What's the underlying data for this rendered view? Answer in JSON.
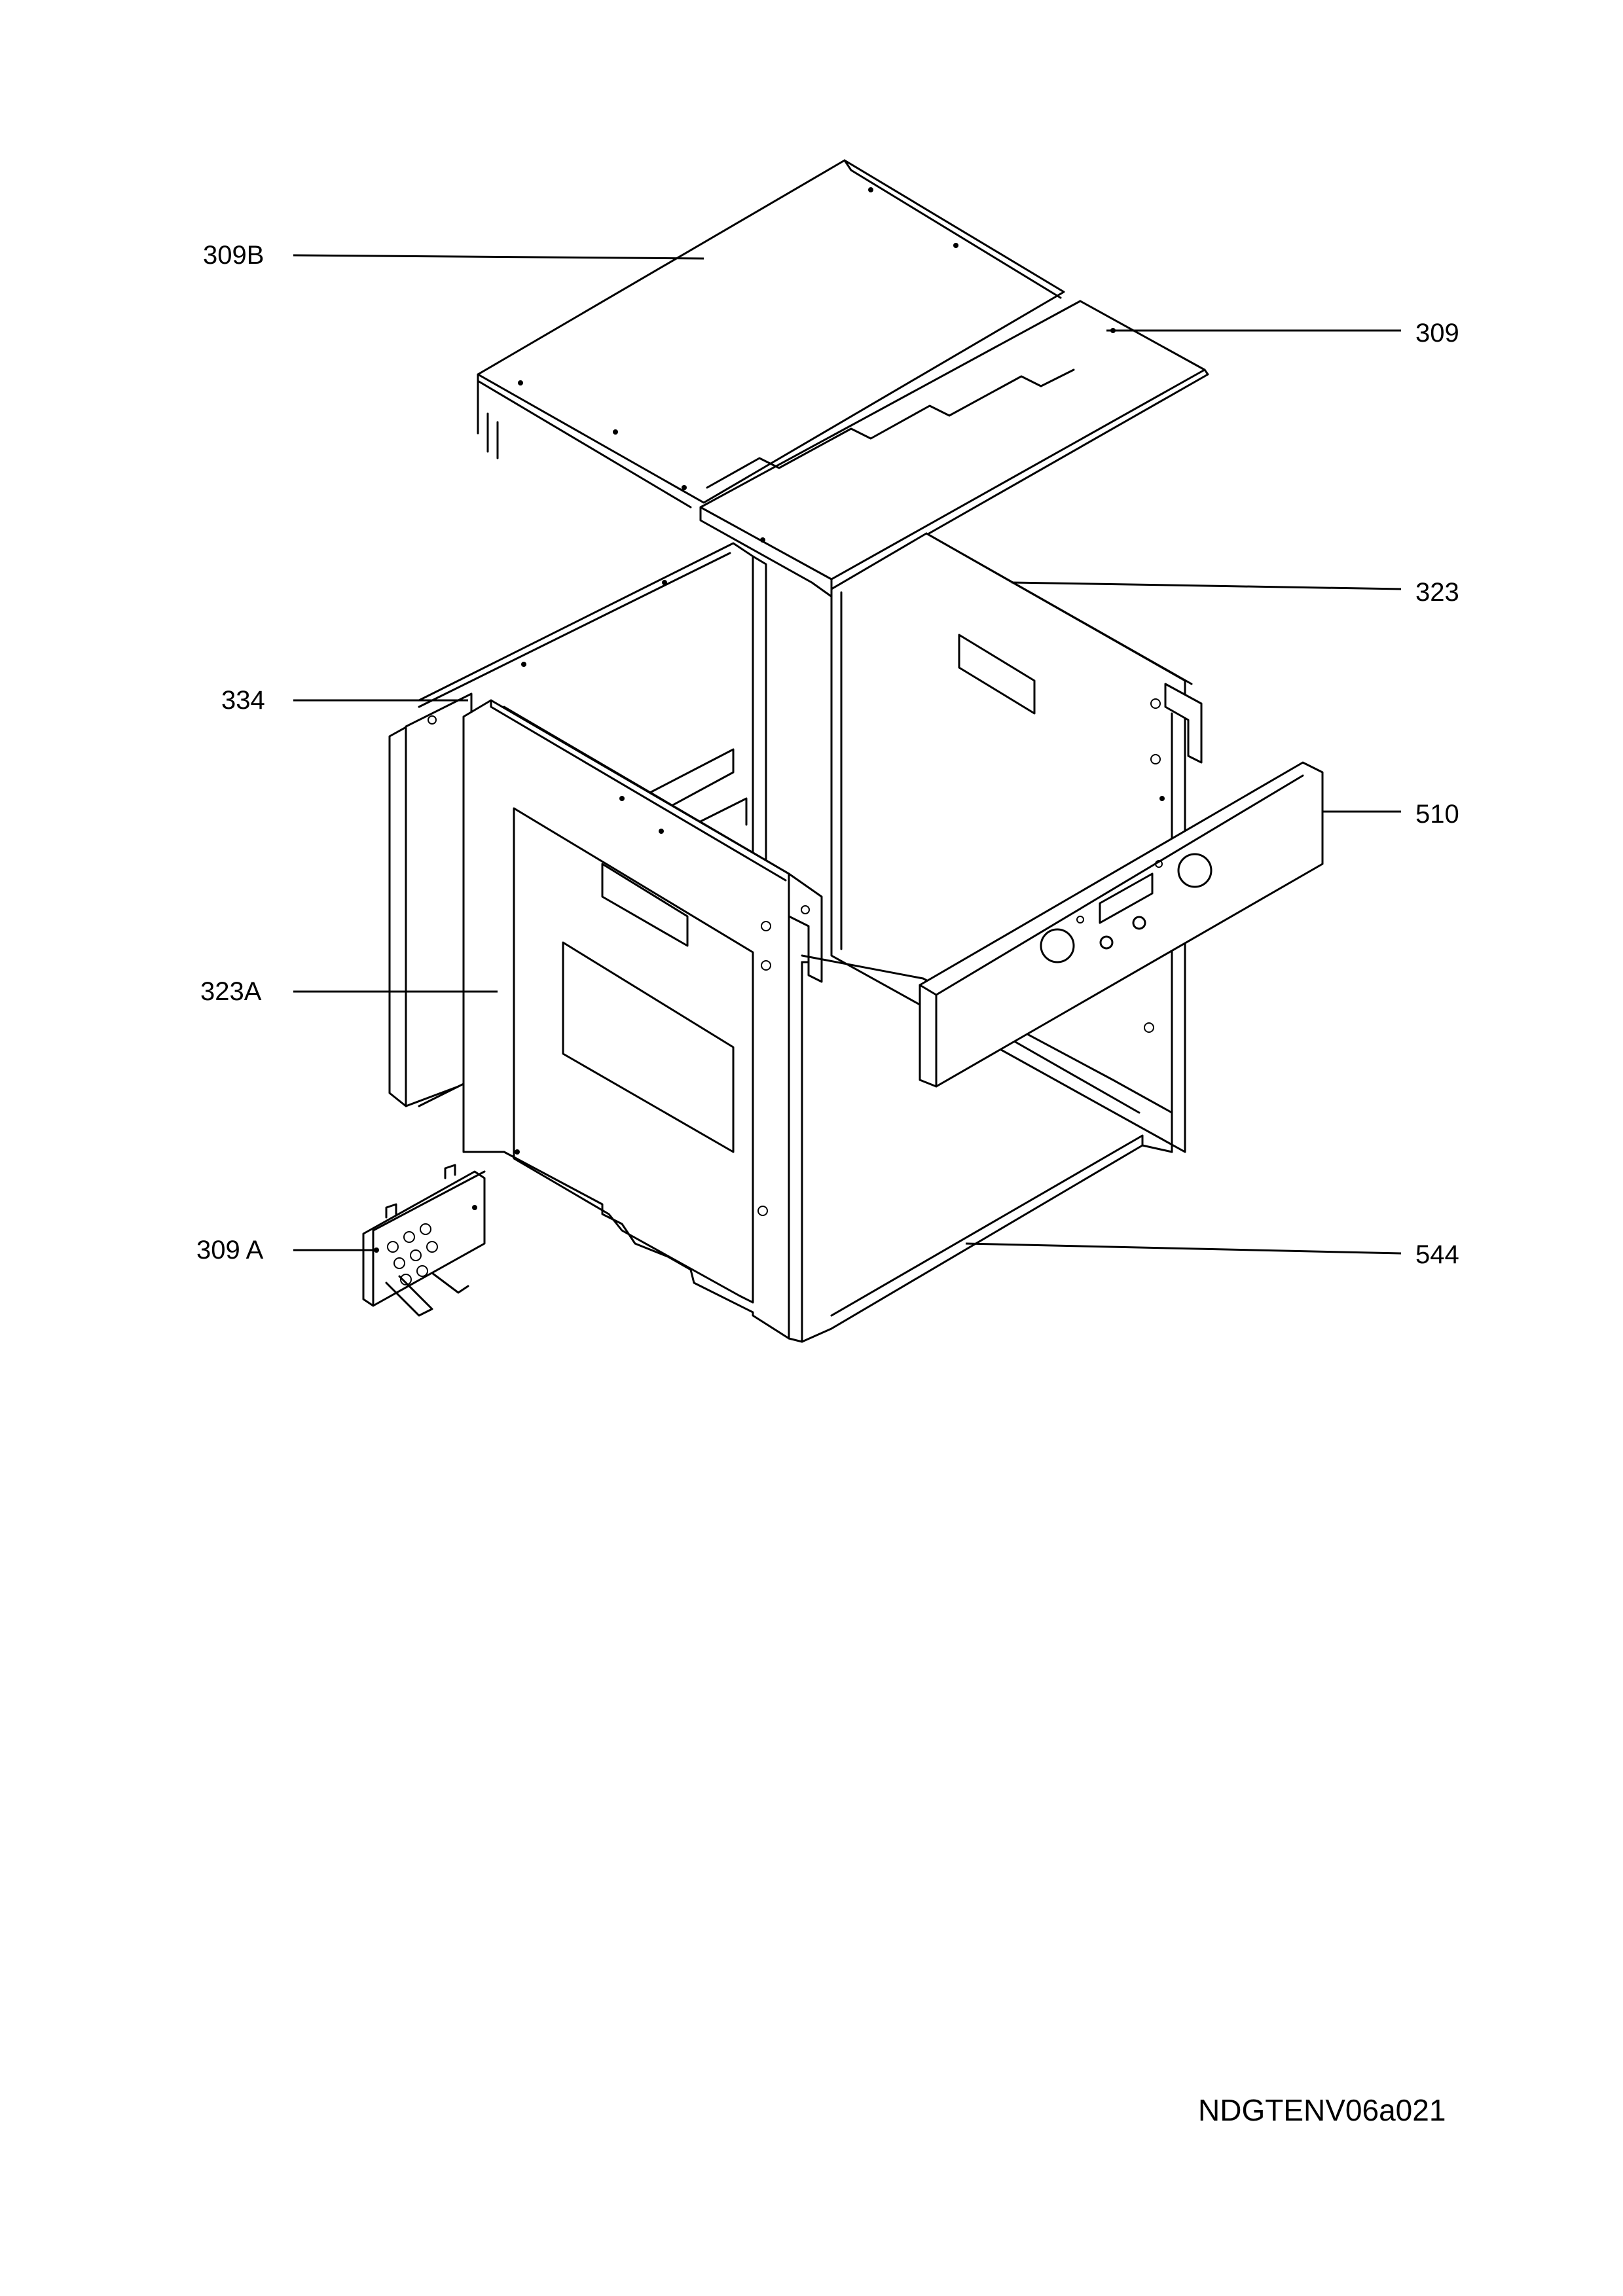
{
  "labels": {
    "l309B": "309B",
    "l309": "309",
    "l323": "323",
    "l334": "334",
    "l510": "510",
    "l323A": "323A",
    "l309A": "309 A",
    "l544": "544"
  },
  "document_code": "NDGTENV06a021"
}
